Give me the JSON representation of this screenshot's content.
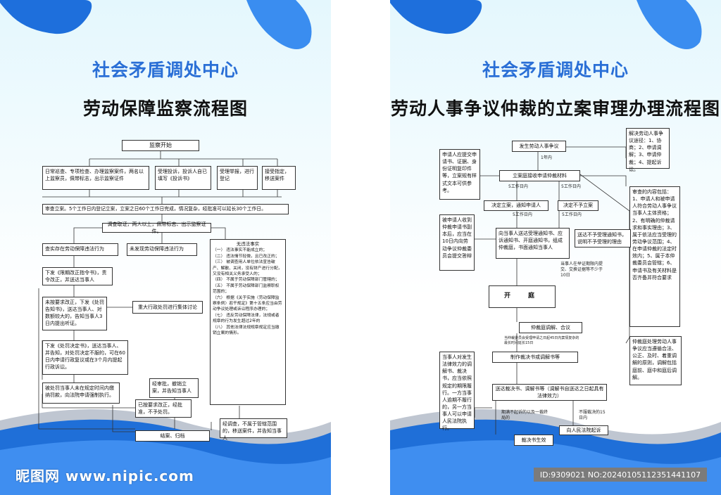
{
  "left": {
    "org_title": "社会矛盾调处中心",
    "flow_title": "劳动保障监察流程图",
    "boxes": {
      "start": "监察开始",
      "src1": "日常巡查、专项检查、办理监察案件，两名以上监察员，佩带标志，出示监察证件",
      "src2": "受理投诉，投诉人自已填写《投诉书》",
      "src3": "受理举报，进行登记",
      "src4": "接受指定，移送案件",
      "register": "审查立案。5个工作日内登记立案，立案之日60个工作日完成，情况复杂，经批准可以延长30个工作日。",
      "investigate": "调查取证，两人以上，佩带标志、出示监察证件。",
      "confirmed": "查实存在劳动保障违法行为",
      "not_found": "未发现劳动保障违法行为",
      "no_violation_title": "无违法事实",
      "no_violation_items": [
        "（一） 违法事实不能成立的；",
        "（二） 违法情节轻微，且已改正的；",
        "（三） 被调查用人单位依法宣告破产、解散、关闭，没有财产进行分配，又没有相关义务承受人的；",
        "（四） 不属于劳动保障部门管辖的；",
        "（五） 不属于劳动保障部门监察职权范围的；",
        "（六） 根据《关于实施〈劳动保障监察条例〉若干规定》第十五条应当由劳动争议处理或诉讼程序办理的；",
        "（七） 违反劳动保障法律，法规或者规章的行为发生超过2年的",
        "（八） 其他法律法规规章规定应当撤销立案的情形。"
      ],
      "order": "下发《限期改正指令书》，责令改正，并送达当事人",
      "penalty_notice": "未按要求改正，下发《处罚告知书》，送达当事人、对数额较大的，告知当事人3日内提出听证。",
      "group_discuss": "重大行政处罚进行集体讨论",
      "decision": "下发《处罚决定书》，送达当事人、并告知，对处罚决定不服的，可在60日内申请行政复议或在3个月内提起行政诉讼。",
      "enforce": "被处罚当事人未在规定时间内缴纳罚款，向法院申请强制执行。",
      "revoke": "经审批，撤销立案，并告知当事人",
      "corrected": "已按要求改正，经批准，不予处罚。",
      "transfer": "经调查，不属于管辖范围的，移送案件，并告知当事人",
      "close": "结案、归档"
    }
  },
  "right": {
    "org_title": "社会矛盾调处中心",
    "flow_title": "劳动人事争议仲裁的立案审理办理流程图",
    "boxes": {
      "dispute": "发生劳动人事争议",
      "apply_materials": "申请人应提交申请书、证据、身份证明复印件等，立案规有样式文本可供参考。",
      "solutions": "解决劳动人事争议途径：1、协商；2、申请调解；3、申请仲裁；4、提起诉讼。",
      "receive": "立案庭接收申请仲裁材料",
      "accept": "决定立案，通知申请人",
      "reject": "决定不予立案",
      "review": "审查的内容包括：1、申请人和被申请人符合劳动人事争议当事人主体资格；2、有明确的仲裁请求和事实理由；3、属于依法应当受理的劳动争议范围；4、在申请仲裁的法定时效内；5、属于本仲裁委员会管辖；6、申请书及有关材料是否齐备并符合要求",
      "respondent": "被申请人收到仲裁申请书副本后，应当在10日内向劳动争议仲裁委员会提交答辩",
      "notify": "向当事人送达受理通知书、应诉通知书、开庭通知书，组成仲裁庭，书面通知当事人",
      "not_accept_notice": "送达不予受理通知书，说明不予受理的理由",
      "hearing": "开　庭",
      "mediate": "仲裁庭调解、合议",
      "mediation_doc": "制作裁决书或调解书等",
      "serve": "送达裁决书、调解书等（调解书自送达之日起具有法律效力）",
      "effective": "裁决书生效",
      "court": "向人民法院起诉",
      "execute": "当事人对发生法律效力的调解书、裁决书，应当依照规定的期限履行。一方当事人逾期不履行的，另一方当事人可以申请人民法院执行。",
      "principles": "仲裁庭处理劳动人事争议应当遵循合法、公正、及时、着重调解的原则，调解包括庭前、庭中和庭后调解。"
    },
    "notes": {
      "n1": "1年内",
      "n2": "5工作日内",
      "n3": "5工作日内",
      "n4": "5工作日内",
      "n5": "5工作日内",
      "n6": "当事人在举证期限内提交、交换证据等不少于10日",
      "n7": "当仲裁委员会受理申请之日起45日内案情复杂的最长时间延长15日",
      "n8": "期满不起诉的以及一裁终局的",
      "n9": "不服裁决的15日内"
    }
  },
  "footer": {
    "watermark": "昵图网 www.nipic.com",
    "image_id": "ID:9309021 NO:20240105112351441107"
  },
  "colors": {
    "title_blue": "#2a6fd6",
    "deco_blue": "#2f7fe6",
    "footer_gray": "#7b7b7b"
  }
}
